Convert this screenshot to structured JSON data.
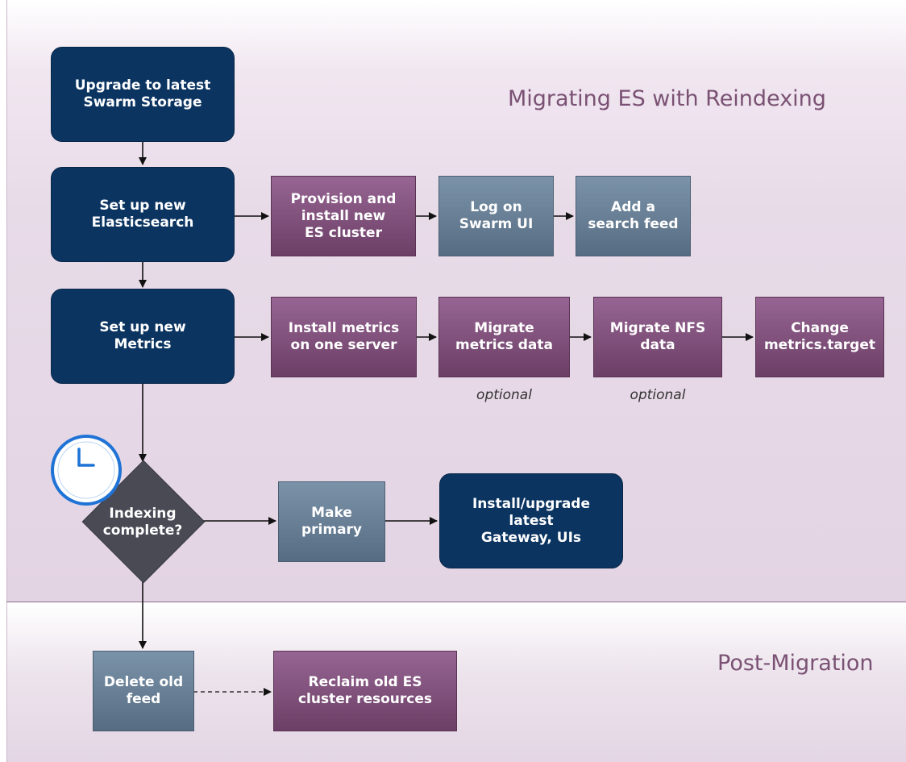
{
  "sections": {
    "migrating_title": "Migrating ES with Reindexing",
    "post_title": "Post-Migration"
  },
  "nodes": {
    "upgrade_storage": "Upgrade to latest\nSwarm Storage",
    "setup_es": "Set up new\nElasticsearch",
    "provision_es": "Provision and\ninstall new\nES cluster",
    "log_on_ui": "Log on\nSwarm UI",
    "add_feed": "Add a\nsearch feed",
    "setup_metrics": "Set up new\nMetrics",
    "install_metrics": "Install metrics\non one server",
    "migrate_metrics": "Migrate\nmetrics data",
    "migrate_nfs": "Migrate NFS\ndata",
    "change_target": "Change\nmetrics.target",
    "indexing_complete": "Indexing\ncomplete?",
    "make_primary": "Make\nprimary",
    "install_gateway": "Install/upgrade\nlatest\nGateway, UIs",
    "delete_feed": "Delete old\nfeed",
    "reclaim": "Reclaim old ES\ncluster resources"
  },
  "notes": {
    "migrate_metrics_note": "optional",
    "migrate_nfs_note": "optional"
  },
  "icons": {
    "clock": "clock-icon"
  },
  "colors": {
    "navy": "#0b3461",
    "plum": "#7e4f79",
    "slate": "#667d93",
    "diamond": "#4a4a55",
    "title": "#7a5173"
  }
}
